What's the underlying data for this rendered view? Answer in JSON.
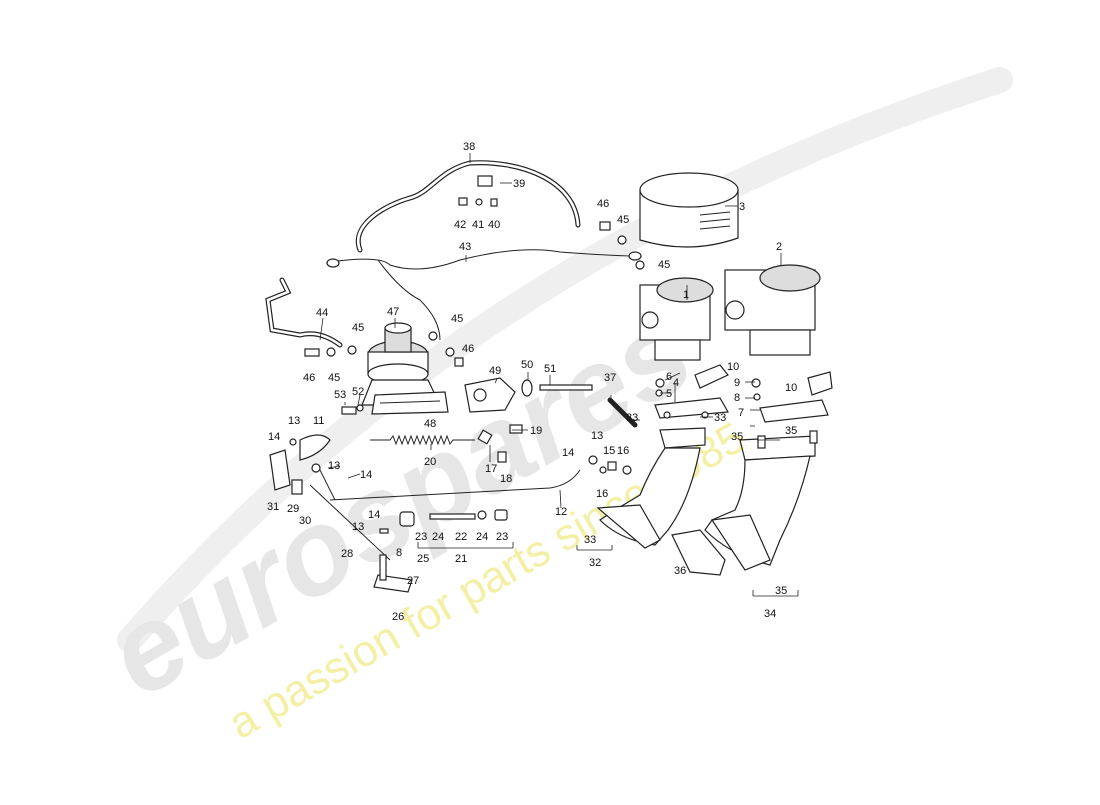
{
  "watermark": {
    "brand": "eurospares",
    "tagline": "a passion for parts since 1985",
    "brand_color": "#e6e6e6",
    "tagline_color": "#f3f0a6"
  },
  "labels": {
    "l1": "1",
    "l2": "2",
    "l3": "3",
    "l4": "4",
    "l5": "5",
    "l6": "6",
    "l7": "7",
    "l8a": "8",
    "l8b": "8",
    "l9": "9",
    "l10a": "10",
    "l10b": "10",
    "l11": "11",
    "l12": "12",
    "l13a": "13",
    "l13b": "13",
    "l13c": "13",
    "l13d": "13",
    "l14a": "14",
    "l14b": "14",
    "l14c": "14",
    "l14d": "14",
    "l15": "15",
    "l16a": "16",
    "l16b": "16",
    "l17": "17",
    "l18": "18",
    "l19": "19",
    "l20": "20",
    "l21": "21",
    "l22": "22",
    "l23a": "23",
    "l23b": "23",
    "l24a": "24",
    "l24b": "24",
    "l25": "25",
    "l26": "26",
    "l27": "27",
    "l28": "28",
    "l29": "29",
    "l30": "30",
    "l31": "31",
    "l32": "32",
    "l33a": "33",
    "l33b": "33",
    "l33c": "33",
    "l34": "34",
    "l35a": "35",
    "l35b": "35",
    "l35c": "35",
    "l36": "36",
    "l37": "37",
    "l38": "38",
    "l39": "39",
    "l40": "40",
    "l41": "41",
    "l42": "42",
    "l43": "43",
    "l44": "44",
    "l45a": "45",
    "l45b": "45",
    "l45c": "45",
    "l45d": "45",
    "l45e": "45",
    "l46a": "46",
    "l46b": "46",
    "l46c": "46",
    "l47": "47",
    "l48": "48",
    "l49": "49",
    "l50": "50",
    "l51": "51",
    "l52": "52",
    "l53": "53"
  }
}
